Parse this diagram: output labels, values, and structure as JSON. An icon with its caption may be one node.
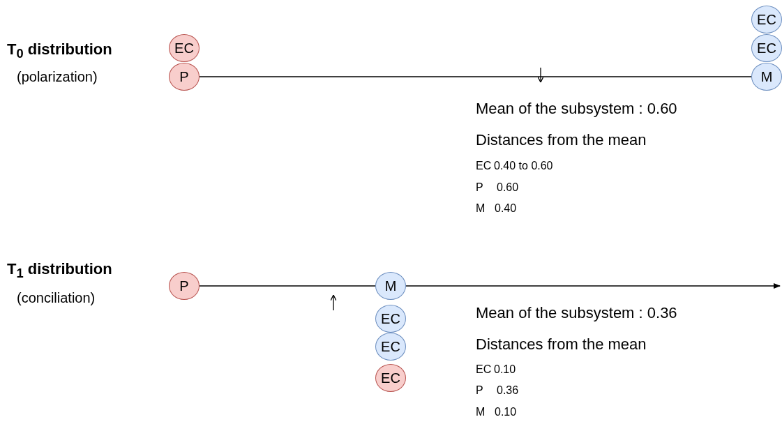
{
  "diagram": {
    "nodes": [
      {
        "text": [
          "EC"
        ]
      },
      {
        "text": [
          "P"
        ]
      },
      {
        "text": [
          "EC"
        ]
      },
      {
        "text": [
          "EC"
        ]
      },
      {
        "text": [
          "M"
        ]
      },
      {
        "text": [
          "P"
        ]
      },
      {
        "text": [
          "M"
        ]
      },
      {
        "text": [
          "EC"
        ]
      },
      {
        "text": [
          "EC"
        ]
      },
      {
        "text": [
          "EC"
        ]
      }
    ],
    "edges": [
      {
        "from": 1,
        "to": 4,
        "arrow": "none"
      },
      {
        "from": 5,
        "to": 6,
        "arrow": "none"
      },
      {
        "from": 6,
        "to": null,
        "arrow": "to"
      }
    ],
    "labels": [
      "T$_{0}$ distribution",
      "(polarization)",
      "Mean of the subsystem : 0.60",
      "Distances from the mean",
      "EC",
      "0.40 to 0.60",
      "P",
      "0.60",
      "M",
      "0.40",
      "T$_{1}$ distribution",
      "(conciliation)",
      "Mean of the subsystem : 0.36",
      "Distances from the mean",
      "EC",
      "0.10",
      "P",
      "0.36",
      "M",
      "0.10"
    ]
  }
}
